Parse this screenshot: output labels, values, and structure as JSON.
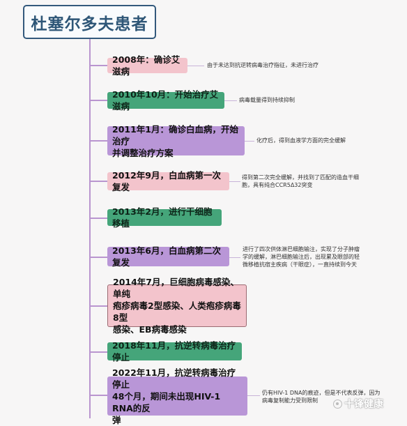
{
  "title": "杜塞尔多夫患者",
  "events": [
    {
      "id": "2008",
      "label": "2008年：确诊艾滋病",
      "note": "由于未达到抗逆转病毒治疗指征，未进行治疗",
      "color": "pink"
    },
    {
      "id": "2010",
      "label": "2010年10月：开始治疗艾滋病",
      "note": "病毒载量得到持续抑制",
      "color": "green"
    },
    {
      "id": "2011",
      "label": "2011年1月：确诊白血病，开始治疗\n并调整治疗方案",
      "note": "化疗后，得到血液学方面的完全缓解",
      "color": "purple"
    },
    {
      "id": "2012",
      "label": "2012年9月，白血病第一次复发",
      "note": "得到第二次完全缓解，并找到了匹配的造血干细\n胞，具有纯合CCR5Δ32突变",
      "color": "pink"
    },
    {
      "id": "2013a",
      "label": "2013年2月，进行干细胞移植",
      "note": "",
      "color": "green"
    },
    {
      "id": "2013b",
      "label": "2013年6月，白血病第二次复发",
      "note": "进行了四次供体淋巴细胞输注，实现了分子肿瘤\n学的缓解，淋巴细胞输注后，出现累及眼部的轻\n微移植抗宿主疾病（干眼症），一直持续到今天",
      "color": "purple"
    },
    {
      "id": "2014",
      "label": "2014年7月，巨细胞病毒感染、单纯\n疱疹病毒2型感染、人类疱疹病毒8型\n感染、EB病毒感染",
      "note": "",
      "color": "pink2"
    },
    {
      "id": "2018",
      "label": "2018年11月，抗逆转病毒治疗停止",
      "note": "",
      "color": "green"
    },
    {
      "id": "2022",
      "label": "2022年11月，抗逆转病毒治疗停止\n48个月，期间未出现HIV-1 RNA的反\n弹",
      "note": "仍有HIV-1 DNA的痕迹，但是不代表反弹，因为\n病毒复制能力受到限制",
      "color": "purple"
    }
  ],
  "watermark": "十锋健康"
}
